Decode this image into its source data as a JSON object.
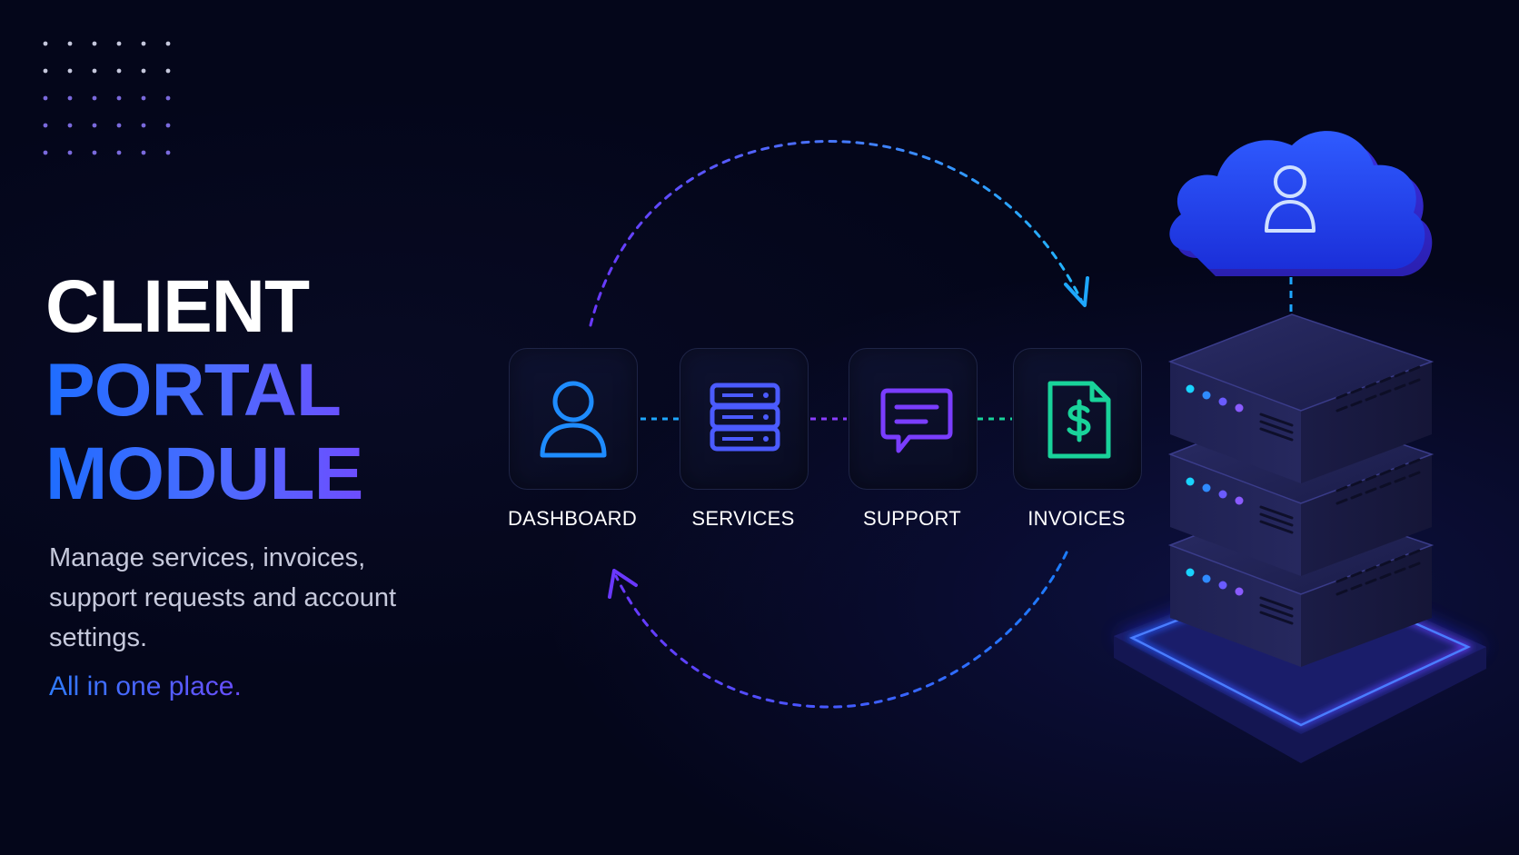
{
  "title": {
    "line1": "CLIENT",
    "line2": "PORTAL",
    "line3": "MODULE"
  },
  "description": "Manage services, invoices, support requests and account settings.",
  "tagline": "All in one place.",
  "modules": [
    {
      "label": "DASHBOARD",
      "icon": "user-icon",
      "color": "#1e8cff"
    },
    {
      "label": "SERVICES",
      "icon": "server-stack-icon",
      "color": "#4b5bff"
    },
    {
      "label": "SUPPORT",
      "icon": "chat-bubble-icon",
      "color": "#7a3dff"
    },
    {
      "label": "INVOICES",
      "icon": "invoice-dollar-icon",
      "color": "#19d39a"
    }
  ],
  "illustration": {
    "cloud_icon": "cloud-user-icon",
    "server_icon": "server-rack-icon"
  },
  "colors": {
    "background": "#04061a",
    "accent_blue": "#1e6dff",
    "accent_purple": "#6d4dff",
    "accent_green": "#19d39a"
  }
}
